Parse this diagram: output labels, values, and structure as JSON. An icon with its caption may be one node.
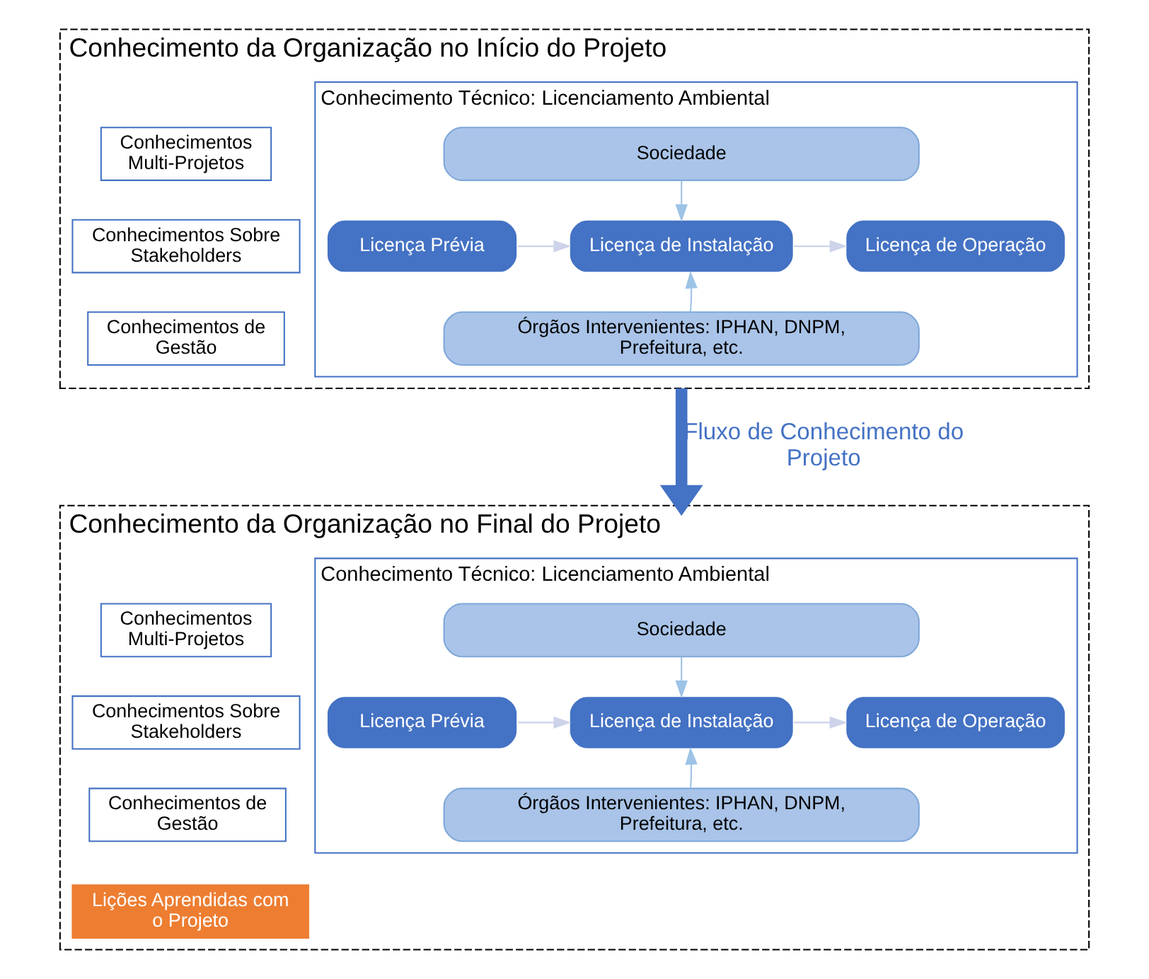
{
  "diagram": {
    "nodes": [
      {
        "text": [
          "Conhecimento da Organização no Início do Projeto"
        ]
      },
      {
        "text": [
          "Conhecimento Técnico: Licenciamento Ambiental"
        ],
        "in": 0
      },
      {
        "text": [
          "Sociedade"
        ],
        "in": 1
      },
      {
        "text": [
          "Licença Prévia"
        ],
        "in": 1
      },
      {
        "text": [
          "Licença de Instalação"
        ],
        "in": 1
      },
      {
        "text": [
          "Licença de Operação"
        ],
        "in": 1
      },
      {
        "text": [
          "Órgãos Intervenientes: IPHAN, DNPM, Prefeitura, etc."
        ],
        "in": 1
      },
      {
        "text": [
          "Conhecimentos Multi-Projetos"
        ],
        "in": 0
      },
      {
        "text": [
          "Conhecimentos Sobre Stakeholders"
        ],
        "in": 0
      },
      {
        "text": [
          "Conhecimentos de Gestão"
        ],
        "in": 0
      },
      {
        "text": [
          "Conhecimento da Organização no Final do Projeto"
        ]
      },
      {
        "text": [
          "Conhecimento Técnico: Licenciamento Ambiental"
        ],
        "in": 10
      },
      {
        "text": [
          "Sociedade"
        ],
        "in": 11
      },
      {
        "text": [
          "Licença Prévia"
        ],
        "in": 11
      },
      {
        "text": [
          "Licença de Instalação"
        ],
        "in": 11
      },
      {
        "text": [
          "Licença de Operação"
        ],
        "in": 11
      },
      {
        "text": [
          "Órgãos Intervenientes: IPHAN, DNPM, Prefeitura, etc."
        ],
        "in": 11
      },
      {
        "text": [
          "Conhecimentos Multi-Projetos"
        ],
        "in": 10
      },
      {
        "text": [
          "Conhecimentos Sobre Stakeholders"
        ],
        "in": 10
      },
      {
        "text": [
          "Conhecimentos de Gestão"
        ],
        "in": 10
      },
      {
        "text": [
          "Lições Aprendidas com o Projeto"
        ],
        "in": 10
      }
    ],
    "edges": [
      {
        "from": 2,
        "to": 4,
        "arrow": "to",
        "color": "#9dc3e6"
      },
      {
        "from": 3,
        "to": 4,
        "arrow": "to",
        "color": "#cdd3ea"
      },
      {
        "from": 4,
        "to": 5,
        "arrow": "to",
        "color": "#cdd3ea"
      },
      {
        "from": 6,
        "to": 4,
        "arrow": "to",
        "color": "#9dc3e6"
      },
      {
        "from": 0,
        "to": 10,
        "label": "Fluxo de Conhecimento do Projeto",
        "arrow": "to",
        "style": "thick",
        "color": "#4472c4"
      },
      {
        "from": 12,
        "to": 14,
        "arrow": "to",
        "color": "#9dc3e6"
      },
      {
        "from": 13,
        "to": 14,
        "arrow": "to",
        "color": "#cdd3ea"
      },
      {
        "from": 14,
        "to": 15,
        "arrow": "to",
        "color": "#cdd3ea"
      },
      {
        "from": 16,
        "to": 14,
        "arrow": "to",
        "color": "#9dc3e6"
      }
    ]
  }
}
